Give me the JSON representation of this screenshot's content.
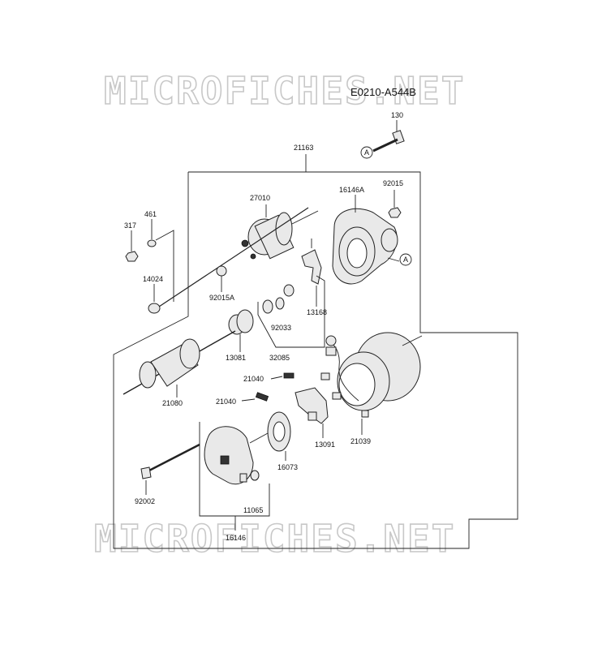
{
  "diagram": {
    "reference_code": "E0210-A544B",
    "watermark_text": "MICROFICHES.NET",
    "callout_marker": "A",
    "parts": [
      {
        "id": "130"
      },
      {
        "id": "21163"
      },
      {
        "id": "27010"
      },
      {
        "id": "16146A"
      },
      {
        "id": "92015"
      },
      {
        "id": "461"
      },
      {
        "id": "317"
      },
      {
        "id": "14024"
      },
      {
        "id": "92015A"
      },
      {
        "id": "13168"
      },
      {
        "id": "92033"
      },
      {
        "id": "32085"
      },
      {
        "id": "13081"
      },
      {
        "id": "21080"
      },
      {
        "id": "21040"
      },
      {
        "id": "21040"
      },
      {
        "id": "13091"
      },
      {
        "id": "21039"
      },
      {
        "id": "16073"
      },
      {
        "id": "92002"
      },
      {
        "id": "11065"
      },
      {
        "id": "16146"
      }
    ]
  }
}
